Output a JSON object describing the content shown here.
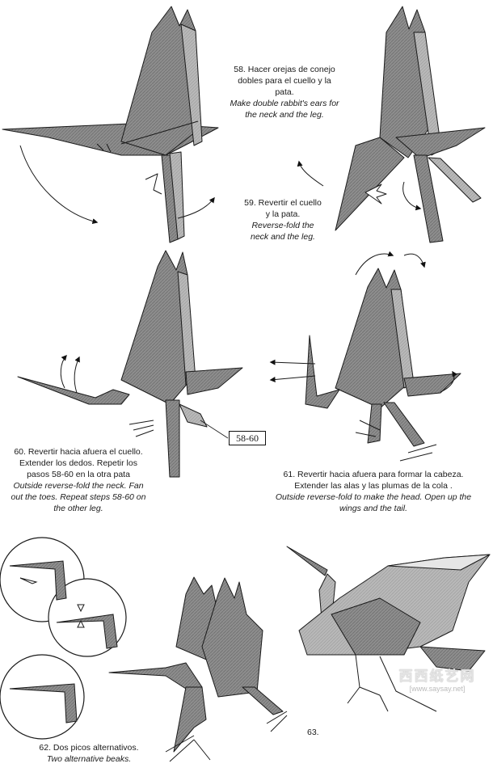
{
  "colors": {
    "paper_fill": "#8a8a8a",
    "paper_dark": "#5c5c5c",
    "paper_light": "#c9c9c9",
    "ink": "#1a1a1a"
  },
  "step58": {
    "es": "58. Hacer orejas de conejo dobles para el cuello y la pata.",
    "en": "Make double rabbit's ears for the neck and the leg."
  },
  "step59": {
    "es": "59. Revertir el cuello y la pata.",
    "en": "Reverse-fold the neck and the leg."
  },
  "step60": {
    "es": "60. Revertir hacia afuera el cuello. Extender los dedos. Repetir los pasos 58-60 en la otra pata",
    "en": "Outside reverse-fold the neck. Fan out the toes. Repeat steps 58-60 on the other leg."
  },
  "step60_tag": "58-60",
  "step61": {
    "es": "61. Revertir hacia afuera para formar la cabeza. Extender las alas y las plumas de la cola .",
    "en": "Outside reverse-fold to make the head. Open up the wings and the tail."
  },
  "step62": {
    "es": "62. Dos picos alternativos.",
    "en": "Two alternative beaks."
  },
  "step63": "63.",
  "watermark": {
    "line1": "西西纸艺网",
    "line2": "[www.saysay.net]"
  },
  "icons": [
    "arrow-curve",
    "reverse-fold-arrow",
    "push-arrow",
    "magnifier-circle"
  ]
}
